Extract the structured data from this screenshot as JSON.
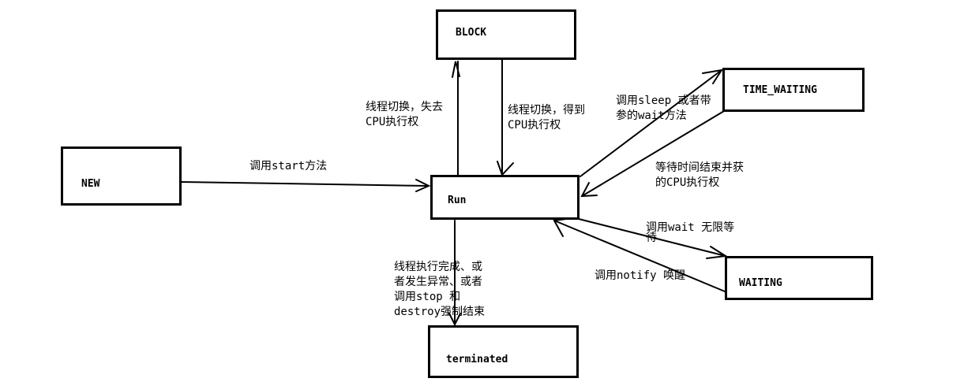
{
  "states": {
    "block": "BLOCK",
    "time_waiting": "TIME_WAITING",
    "new": "NEW",
    "run": "Run",
    "waiting": "WAITING",
    "terminated": "terminated"
  },
  "transitions": {
    "new_to_run": "调用start方法",
    "run_to_block": [
      "线程切换，失去",
      "CPU执行权"
    ],
    "block_to_run": [
      "线程切换，得到",
      "CPU执行权"
    ],
    "run_to_time_waiting": [
      "调用sleep 或者带",
      "参的wait方法"
    ],
    "time_waiting_to_run": [
      "等待时间结束并获",
      "的CPU执行权"
    ],
    "run_to_waiting": [
      "调用wait 无限等",
      "待"
    ],
    "waiting_to_run": "调用notify 唤醒",
    "run_to_terminated": [
      "线程执行完成、或",
      "者发生异常、或者",
      "调用stop 和",
      "destroy强制结束"
    ]
  }
}
